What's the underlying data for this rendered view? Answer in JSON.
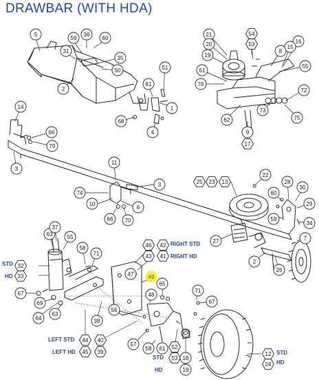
{
  "title": "DRAWBAR (WITH HDA)",
  "callouts": [
    {
      "n": "5",
      "shape": "circle"
    },
    {
      "n": "59",
      "shape": "circle"
    },
    {
      "n": "36",
      "shape": "circle"
    },
    {
      "n": "60",
      "shape": "circle"
    },
    {
      "n": "31",
      "shape": "circle"
    },
    {
      "n": "35",
      "shape": "circle"
    },
    {
      "n": "50",
      "shape": "circle"
    },
    {
      "n": "2",
      "shape": "circle"
    },
    {
      "n": "51",
      "shape": "circle"
    },
    {
      "n": "61",
      "shape": "circle"
    },
    {
      "n": "1",
      "shape": "circle"
    },
    {
      "n": "68",
      "shape": "circle"
    },
    {
      "n": "4",
      "shape": "circle"
    },
    {
      "n": "21",
      "shape": "circle"
    },
    {
      "n": "20",
      "shape": "circle"
    },
    {
      "n": "19",
      "shape": "circle"
    },
    {
      "n": "54",
      "shape": "hex"
    },
    {
      "n": "53",
      "shape": "hex"
    },
    {
      "n": "16",
      "shape": "circle"
    },
    {
      "n": "15",
      "shape": "circle"
    },
    {
      "n": "8",
      "shape": "circle"
    },
    {
      "n": "55",
      "shape": "circle"
    },
    {
      "n": "61",
      "shape": "circle"
    },
    {
      "n": "76",
      "shape": "circle"
    },
    {
      "n": "72",
      "shape": "circle"
    },
    {
      "n": "73",
      "shape": "circle"
    },
    {
      "n": "75",
      "shape": "circle"
    },
    {
      "n": "62",
      "shape": "circle"
    },
    {
      "n": "9",
      "shape": "circle"
    },
    {
      "n": "17",
      "shape": "hex"
    },
    {
      "n": "14",
      "shape": "circle"
    },
    {
      "n": "66",
      "shape": "circle"
    },
    {
      "n": "70",
      "shape": "circle"
    },
    {
      "n": "3",
      "shape": "circle"
    },
    {
      "n": "11",
      "shape": "circle"
    },
    {
      "n": "74",
      "shape": "circle"
    },
    {
      "n": "3",
      "shape": "circle"
    },
    {
      "n": "10",
      "shape": "circle"
    },
    {
      "n": "6",
      "shape": "circle"
    },
    {
      "n": "66",
      "shape": "circle"
    },
    {
      "n": "70",
      "shape": "circle"
    },
    {
      "n": "25",
      "shape": "hex"
    },
    {
      "n": "23",
      "shape": "hex"
    },
    {
      "n": "13",
      "shape": "hex"
    },
    {
      "n": "22",
      "shape": "circle"
    },
    {
      "n": "28",
      "shape": "circle"
    },
    {
      "n": "60",
      "shape": "circle"
    },
    {
      "n": "30",
      "shape": "circle"
    },
    {
      "n": "29",
      "shape": "circle"
    },
    {
      "n": "59",
      "shape": "circle"
    },
    {
      "n": "34",
      "shape": "circle"
    },
    {
      "n": "27",
      "shape": "circle"
    },
    {
      "n": "7",
      "shape": "circle"
    },
    {
      "n": "2",
      "shape": "circle"
    },
    {
      "n": "26",
      "shape": "circle"
    },
    {
      "n": "63",
      "shape": "circle"
    },
    {
      "n": "37",
      "shape": "circle"
    },
    {
      "n": "55",
      "shape": "circle"
    },
    {
      "n": "58",
      "shape": "circle"
    },
    {
      "n": "71",
      "shape": "circle"
    },
    {
      "n": "46",
      "shape": "hex"
    },
    {
      "n": "42",
      "shape": "hex"
    },
    {
      "n": "43",
      "shape": "hex"
    },
    {
      "n": "41",
      "shape": "hex"
    },
    {
      "n": "32",
      "shape": "hex"
    },
    {
      "n": "33",
      "shape": "hex"
    },
    {
      "n": "47",
      "shape": "circle"
    },
    {
      "n": "49",
      "shape": "circle",
      "highlight": true
    },
    {
      "n": "65",
      "shape": "circle"
    },
    {
      "n": "67",
      "shape": "circle"
    },
    {
      "n": "69",
      "shape": "circle"
    },
    {
      "n": "64",
      "shape": "circle"
    },
    {
      "n": "63",
      "shape": "circle"
    },
    {
      "n": "48",
      "shape": "circle"
    },
    {
      "n": "71",
      "shape": "circle"
    },
    {
      "n": "67",
      "shape": "circle"
    },
    {
      "n": "38",
      "shape": "circle"
    },
    {
      "n": "56",
      "shape": "circle"
    },
    {
      "n": "44",
      "shape": "hex"
    },
    {
      "n": "40",
      "shape": "hex"
    },
    {
      "n": "45",
      "shape": "hex"
    },
    {
      "n": "39",
      "shape": "hex"
    },
    {
      "n": "57",
      "shape": "circle"
    },
    {
      "n": "58",
      "shape": "circle"
    },
    {
      "n": "61",
      "shape": "circle"
    },
    {
      "n": "52",
      "shape": "hex"
    },
    {
      "n": "53",
      "shape": "hex"
    },
    {
      "n": "18",
      "shape": "circle"
    },
    {
      "n": "19",
      "shape": "circle"
    },
    {
      "n": "12",
      "shape": "hex"
    },
    {
      "n": "24",
      "shape": "hex"
    }
  ],
  "labels": {
    "right_std": "RIGHT STD",
    "right_hd": "RIGHT HD",
    "std_left": "STD",
    "hd_left": "HD",
    "left_std": "LEFT STD",
    "left_hd": "LEFT HD",
    "std_hub": "STD",
    "hd_hub": "HD",
    "std_tire": "STD",
    "hd_tire": "HD"
  },
  "colors": {
    "title": "#24458f",
    "label": "#24458f",
    "highlight": "#ffef3a",
    "line": "#222222"
  }
}
